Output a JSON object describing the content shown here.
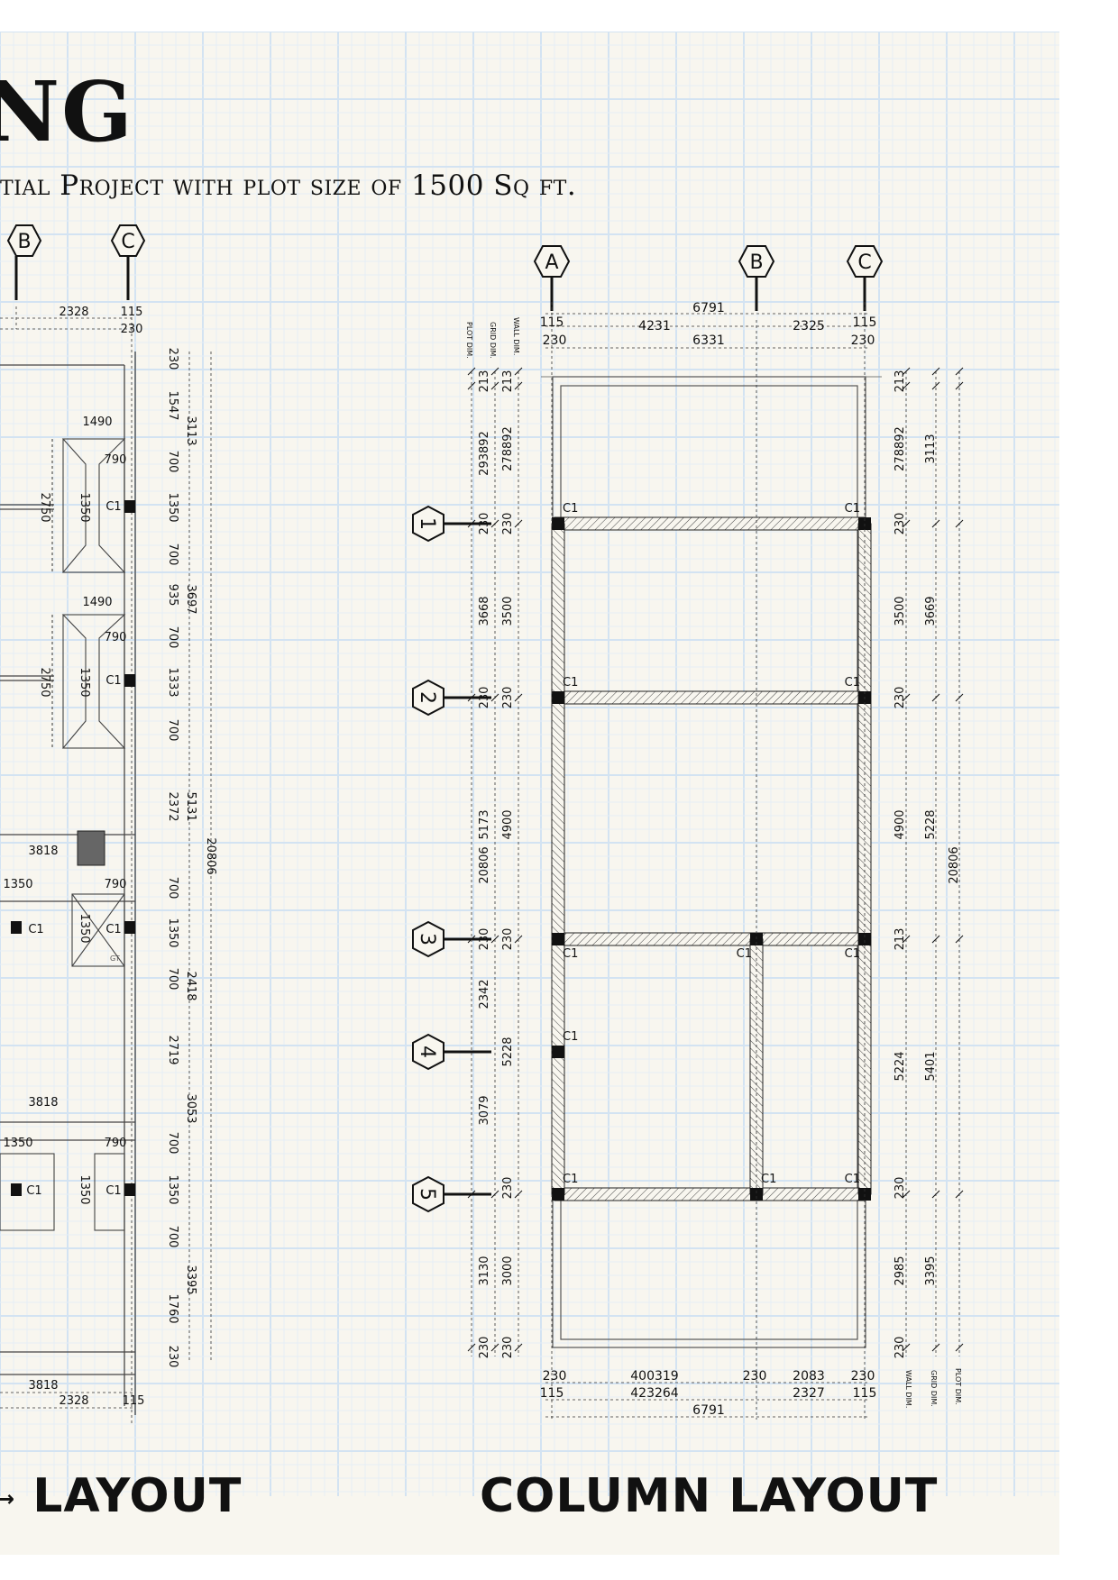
{
  "header": {
    "title": "NG",
    "subtitle": "tial Project with plot size of 1500 Sq ft."
  },
  "left_drawing": {
    "title_prefix": "→",
    "title": "LAYOUT",
    "grid_bubbles": [
      "B",
      "C"
    ],
    "top_dims": [
      "2328",
      "115",
      "230"
    ],
    "right_dims": [
      "230",
      "1547",
      "3113",
      "700",
      "1350",
      "700",
      "935",
      "3697",
      "700",
      "1333",
      "700",
      "2372",
      "5131",
      "20806",
      "700",
      "1350",
      "700",
      "2418",
      "2719",
      "3053",
      "700",
      "1350",
      "700",
      "3395",
      "1760",
      "230"
    ],
    "room_dims": [
      "1490",
      "790",
      "2750",
      "1350",
      "C1",
      "1490",
      "790",
      "2750",
      "1350",
      "C1",
      "3818",
      "1350",
      "790",
      "C1",
      "1350",
      "C1",
      "3818",
      "1350",
      "790",
      "C1",
      "1350",
      "C1"
    ],
    "bottom_dims": [
      "3818",
      "2328",
      "115"
    ],
    "small_note": "GT"
  },
  "column_layout": {
    "title": "COLUMN LAYOUT",
    "grid_letters": [
      "A",
      "B",
      "C"
    ],
    "grid_numbers": [
      "1",
      "2",
      "3",
      "4",
      "5"
    ],
    "column_label": "C1",
    "dim_headers_left": [
      "PLOT DIM.",
      "GRID DIM.",
      "WALL DIM."
    ],
    "dim_headers_right": [
      "WALL DIM.",
      "GRID DIM.",
      "PLOT DIM."
    ],
    "top_dims": {
      "overall": "6791",
      "left_offset": "115",
      "ab": "4231",
      "bc": "2325",
      "right_offset": "115",
      "wall_left": "230",
      "wall_clear": "6331",
      "wall_right": "230"
    },
    "bottom_dims": {
      "wall_left": "230",
      "ab_clear": "400319",
      "wall_mid": "230",
      "bc_clear": "2083",
      "wall_right": "230",
      "left_offset": "115",
      "ab": "423264",
      "bc": "2327",
      "right_offset": "115",
      "overall": "6791"
    },
    "left_plot_dims": [
      "213",
      "293892",
      "230",
      "3668",
      "230",
      "5173",
      "20806",
      "230",
      "2342",
      "3079",
      "3130",
      "230"
    ],
    "left_wall_dims": [
      "213",
      "278892",
      "230",
      "3500",
      "230",
      "4900",
      "230",
      "5228",
      "230",
      "3000",
      "230"
    ],
    "right_wall_dims": [
      "213",
      "278892",
      "230",
      "3500",
      "230",
      "4900",
      "213",
      "5224",
      "230",
      "2985",
      "230"
    ],
    "right_grid_dims": [
      "3113",
      "3669",
      "5228",
      "5401",
      "3395"
    ],
    "right_plot_dims": [
      "20806"
    ]
  }
}
